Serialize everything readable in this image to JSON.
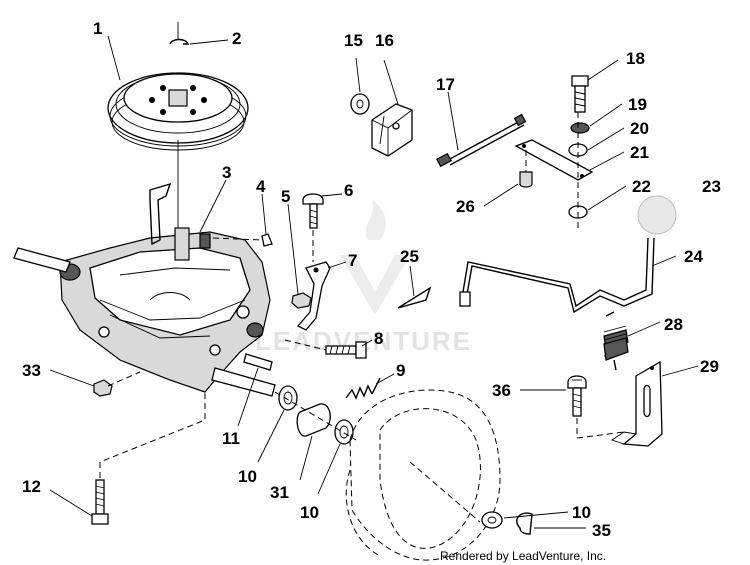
{
  "watermark": "LEADVENTURE",
  "credit": "Rendered by LeadVenture, Inc.",
  "labels": {
    "l1": "1",
    "l2": "2",
    "l3": "3",
    "l4": "4",
    "l5": "5",
    "l6": "6",
    "l7": "7",
    "l8": "8",
    "l9": "9",
    "l10a": "10",
    "l10b": "10",
    "l10c": "10",
    "l11": "11",
    "l12": "12",
    "l15": "15",
    "l16": "16",
    "l17": "17",
    "l18": "18",
    "l19": "19",
    "l20": "20",
    "l21": "21",
    "l22": "22",
    "l23": "23",
    "l24": "24",
    "l25": "25",
    "l26": "26",
    "l28": "28",
    "l29": "29",
    "l31": "31",
    "l33": "33",
    "l35": "35",
    "l36": "36"
  }
}
